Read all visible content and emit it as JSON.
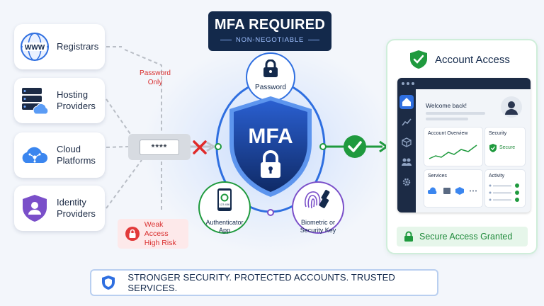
{
  "title": {
    "main": "MFA REQUIRED",
    "sub": "NON-NEGOTIABLE"
  },
  "sources": [
    {
      "label": "Registrars",
      "icon": "www-globe-icon",
      "glyph": "WWW"
    },
    {
      "label": "Hosting\nProviders",
      "icon": "server-cloud-icon"
    },
    {
      "label": "Cloud\nPlatforms",
      "icon": "cloud-network-icon"
    },
    {
      "label": "Identity\nProviders",
      "icon": "identity-shield-icon"
    }
  ],
  "password_path": {
    "label": "Password\nOnly",
    "masked": "****"
  },
  "weak": {
    "label": "Weak Access\nHigh Risk"
  },
  "mfa": {
    "shield_text": "MFA",
    "factors": {
      "password": "Password",
      "authenticator": "Authenticator\nApp",
      "authenticator_code": "123 456",
      "biometric": "Biometric or\nSecurity Key"
    }
  },
  "account": {
    "title": "Account Access",
    "welcome": "Welcome back!",
    "overview": "Account Overview",
    "security": "Security",
    "secure": "Secure",
    "services": "Services",
    "activity": "Activity",
    "granted": "Secure Access Granted"
  },
  "footer": {
    "text": "STRONGER SECURITY. PROTECTED ACCOUNTS. TRUSTED SERVICES."
  },
  "colors": {
    "navy": "#13294b",
    "blue": "#2f6fe0",
    "red": "#d93030",
    "green": "#1f9a3e"
  }
}
